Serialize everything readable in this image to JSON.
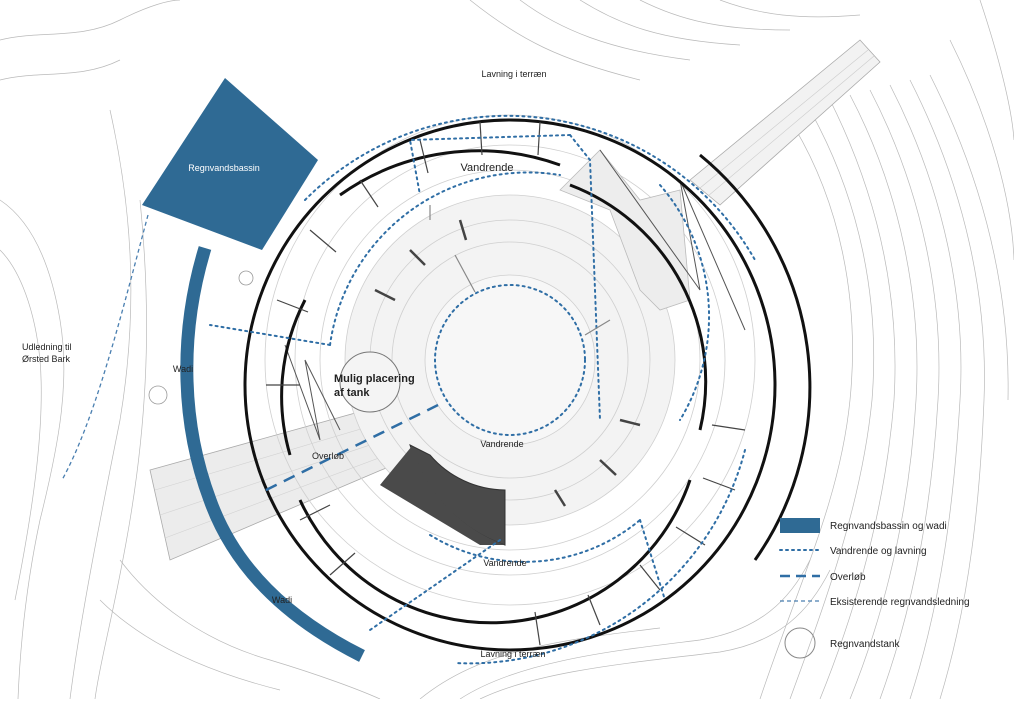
{
  "colors": {
    "basin": "#2f6a94",
    "water_line": "#2f6ea5",
    "building_dark": "#4a4a4a",
    "plaza": "#efefef",
    "contour": "#b9b9b9"
  },
  "labels": {
    "top_lavning": "Lavning i terræn",
    "bottom_lavning": "Lavning i terræn",
    "basin": "Regnvandsbassin",
    "vandrende_top": "Vandrende",
    "vandrende_center": "Vandrende",
    "vandrende_bottom": "Vandrende",
    "wadi_left": "Wadi",
    "wadi_bottom": "Wadi",
    "udledning_line1": "Udledning til",
    "udledning_line2": "Ørsted Bark",
    "tank_line1": "Mulig placering",
    "tank_line2": "af tank",
    "overlob": "Overløb"
  },
  "legend": [
    {
      "symbol": "filled-rect",
      "label": "Regnvandsbassin og wadi"
    },
    {
      "symbol": "dotted-line",
      "label": "Vandrende og lavning"
    },
    {
      "symbol": "dashed-line",
      "label": "Overløb"
    },
    {
      "symbol": "thin-dashed-line",
      "label": "Eksisterende regnvandsledning"
    },
    {
      "symbol": "circle",
      "label": "Regnvandstank"
    }
  ]
}
